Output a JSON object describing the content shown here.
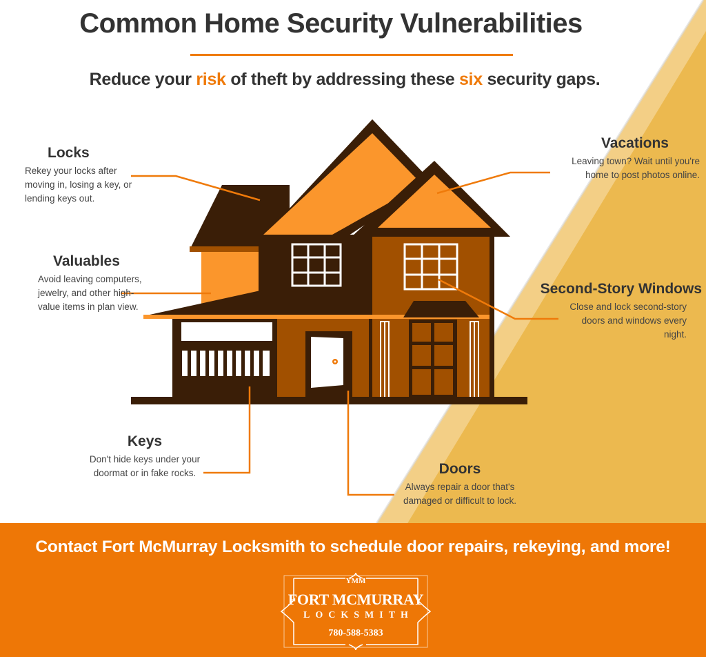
{
  "header": {
    "title": "Common Home Security Vulnerabilities",
    "subtitle_parts": {
      "p1": "Reduce your ",
      "h1": "risk",
      "p2": " of theft by addressing these ",
      "h2": "six",
      "p3": " security gaps."
    }
  },
  "callouts": {
    "locks": {
      "title": "Locks",
      "text": "Rekey your locks after moving in, losing a key, or lending keys out."
    },
    "valuables": {
      "title": "Valuables",
      "text": "Avoid leaving computers, jewelry, and other high-value items in plan view."
    },
    "keys": {
      "title": "Keys",
      "text": "Don't hide keys under your doormat or in fake rocks."
    },
    "doors": {
      "title": "Doors",
      "text": "Always repair a door that's damaged or difficult to lock."
    },
    "vacations": {
      "title": "Vacations",
      "text": "Leaving town? Wait until you're home to post photos online."
    },
    "second_story_windows": {
      "title": "Second-Story Windows",
      "text": "Close and lock second-story doors and windows every night."
    }
  },
  "banner": {
    "cta": "Contact Fort McMurray Locksmith to schedule door repairs, rekeying, and more!"
  },
  "logo": {
    "tag": "YMM",
    "name": "FORT MCMURRAY",
    "subtitle": "LOCKSMITH",
    "phone": "780-588-5383"
  },
  "colors": {
    "accent_orange": "#ef7a0a",
    "banner_orange": "#ee7706",
    "house_dark_brown": "#3a1e07",
    "house_mid_brown": "#a15000",
    "house_light_orange": "#fb962c",
    "diagonal_gold": "#ecb94f",
    "diagonal_light": "#f3cf86",
    "text_dark": "#333333"
  }
}
